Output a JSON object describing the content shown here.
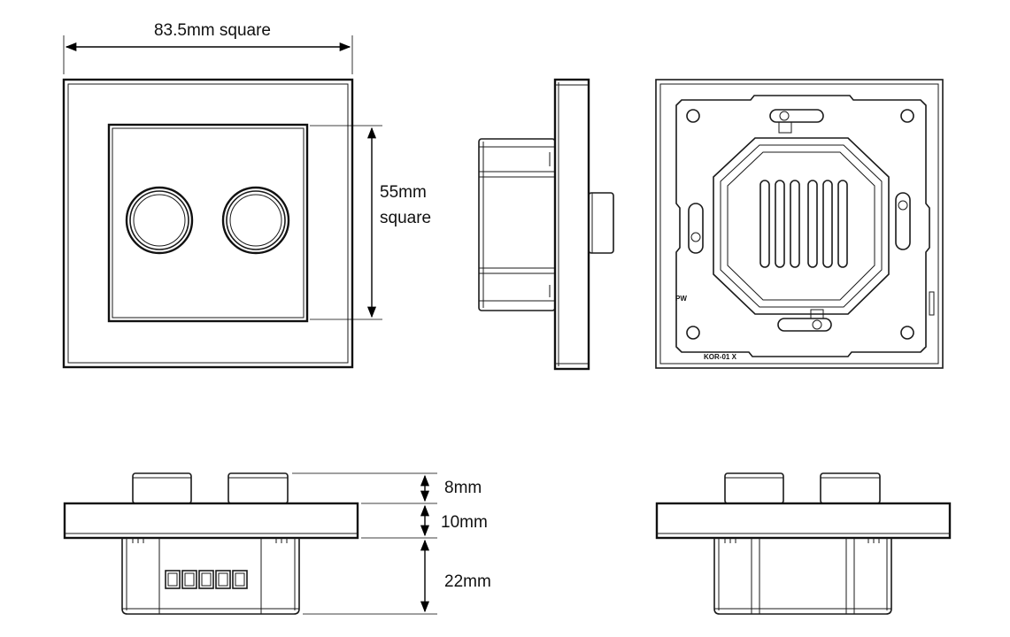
{
  "dimensions": {
    "outer_width": "83.5mm square",
    "inner_line1": "55mm",
    "inner_line2": "square",
    "knob_height": "8mm",
    "plate_thickness": "10mm",
    "body_depth": "22mm"
  },
  "rear_markings": {
    "model_code": "KOR-01 X",
    "terminal_marks": "PW"
  }
}
